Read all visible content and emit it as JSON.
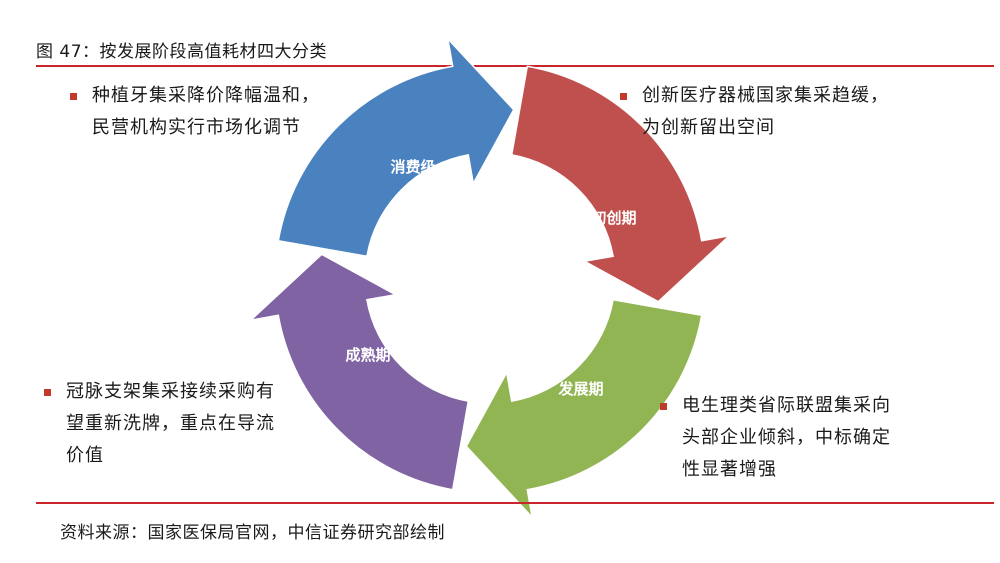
{
  "header": {
    "title": "图 47：按发展阶段高值耗材四大分类"
  },
  "stages": [
    {
      "label": "消费级",
      "color": "#4a81bf"
    },
    {
      "label": "初创期",
      "color": "#c0504d"
    },
    {
      "label": "发展期",
      "color": "#92b553"
    },
    {
      "label": "成熟期",
      "color": "#7f63a2"
    }
  ],
  "notes": {
    "top_left": [
      "种植牙集采降价降幅温和，",
      "民营机构实行市场化调节"
    ],
    "top_right": [
      "创新医疗器械国家集采趋缓，",
      "为创新留出空间"
    ],
    "bottom_left": [
      "冠脉支架集采接续采购有",
      "望重新洗牌，重点在导流",
      "价值"
    ],
    "bottom_right": [
      "电生理类省际联盟集采向",
      "头部企业倾斜，中标确定",
      "性显著增强"
    ]
  },
  "footer": {
    "source": "资料来源：国家医保局官网，中信证券研究部绘制"
  }
}
